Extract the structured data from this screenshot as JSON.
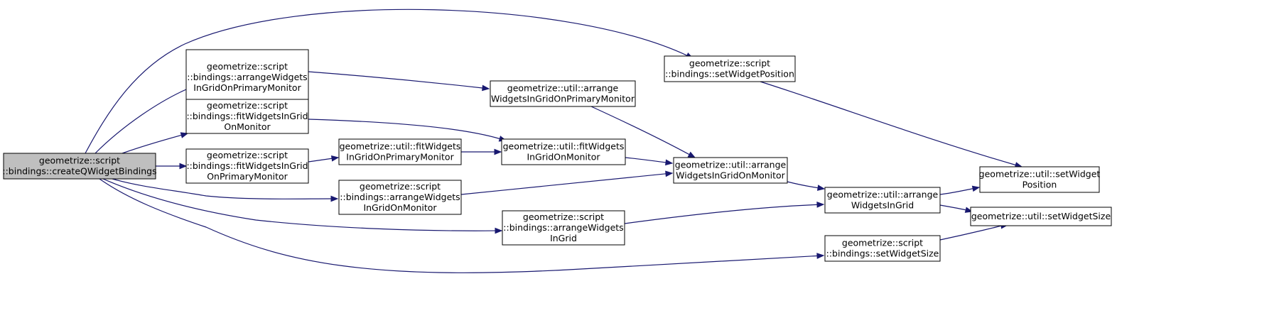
{
  "graph": {
    "colors": {
      "edge": "#191970",
      "node_fill": "#ffffff",
      "root_fill": "#bfbfbf",
      "border": "#000000"
    },
    "nodes": [
      {
        "id": "n0",
        "lines": [
          "geometrize::script",
          "::bindings::createQWidgetBindings"
        ],
        "root": true
      },
      {
        "id": "n1",
        "lines": [
          "geometrize::script",
          "::bindings::arrangeWidgets",
          "InGridOnPrimaryMonitor"
        ]
      },
      {
        "id": "n2",
        "lines": [
          "geometrize::script",
          "::bindings::fitWidgetsInGrid",
          "OnMonitor"
        ]
      },
      {
        "id": "n3",
        "lines": [
          "geometrize::script",
          "::bindings::fitWidgetsInGrid",
          "OnPrimaryMonitor"
        ]
      },
      {
        "id": "n4",
        "lines": [
          "geometrize::script",
          "::bindings::arrangeWidgets",
          "InGridOnMonitor"
        ]
      },
      {
        "id": "n5",
        "lines": [
          "geometrize::script",
          "::bindings::arrangeWidgets",
          "InGrid"
        ]
      },
      {
        "id": "n6",
        "lines": [
          "geometrize::util::fitWidgets",
          "InGridOnPrimaryMonitor"
        ]
      },
      {
        "id": "n7",
        "lines": [
          "geometrize::util::arrange",
          "WidgetsInGridOnPrimaryMonitor"
        ]
      },
      {
        "id": "n8",
        "lines": [
          "geometrize::util::fitWidgets",
          "InGridOnMonitor"
        ]
      },
      {
        "id": "n9",
        "lines": [
          "geometrize::script",
          "::bindings::setWidgetPosition"
        ]
      },
      {
        "id": "n10",
        "lines": [
          "geometrize::util::arrange",
          "WidgetsInGridOnMonitor"
        ]
      },
      {
        "id": "n11",
        "lines": [
          "geometrize::util::arrange",
          "WidgetsInGrid"
        ]
      },
      {
        "id": "n12",
        "lines": [
          "geometrize::script",
          "::bindings::setWidgetSize"
        ]
      },
      {
        "id": "n13",
        "lines": [
          "geometrize::util::setWidget",
          "Position"
        ]
      },
      {
        "id": "n14",
        "lines": [
          "geometrize::util::setWidgetSize"
        ]
      }
    ],
    "edges": [
      {
        "from": "n0",
        "to": "n9"
      },
      {
        "from": "n0",
        "to": "n1"
      },
      {
        "from": "n0",
        "to": "n2"
      },
      {
        "from": "n0",
        "to": "n3"
      },
      {
        "from": "n0",
        "to": "n4"
      },
      {
        "from": "n0",
        "to": "n5"
      },
      {
        "from": "n0",
        "to": "n12"
      },
      {
        "from": "n1",
        "to": "n7"
      },
      {
        "from": "n2",
        "to": "n8"
      },
      {
        "from": "n3",
        "to": "n6"
      },
      {
        "from": "n6",
        "to": "n8"
      },
      {
        "from": "n7",
        "to": "n10"
      },
      {
        "from": "n8",
        "to": "n10"
      },
      {
        "from": "n4",
        "to": "n10"
      },
      {
        "from": "n9",
        "to": "n13"
      },
      {
        "from": "n10",
        "to": "n11"
      },
      {
        "from": "n5",
        "to": "n11"
      },
      {
        "from": "n11",
        "to": "n13"
      },
      {
        "from": "n11",
        "to": "n14"
      },
      {
        "from": "n12",
        "to": "n14"
      }
    ]
  }
}
